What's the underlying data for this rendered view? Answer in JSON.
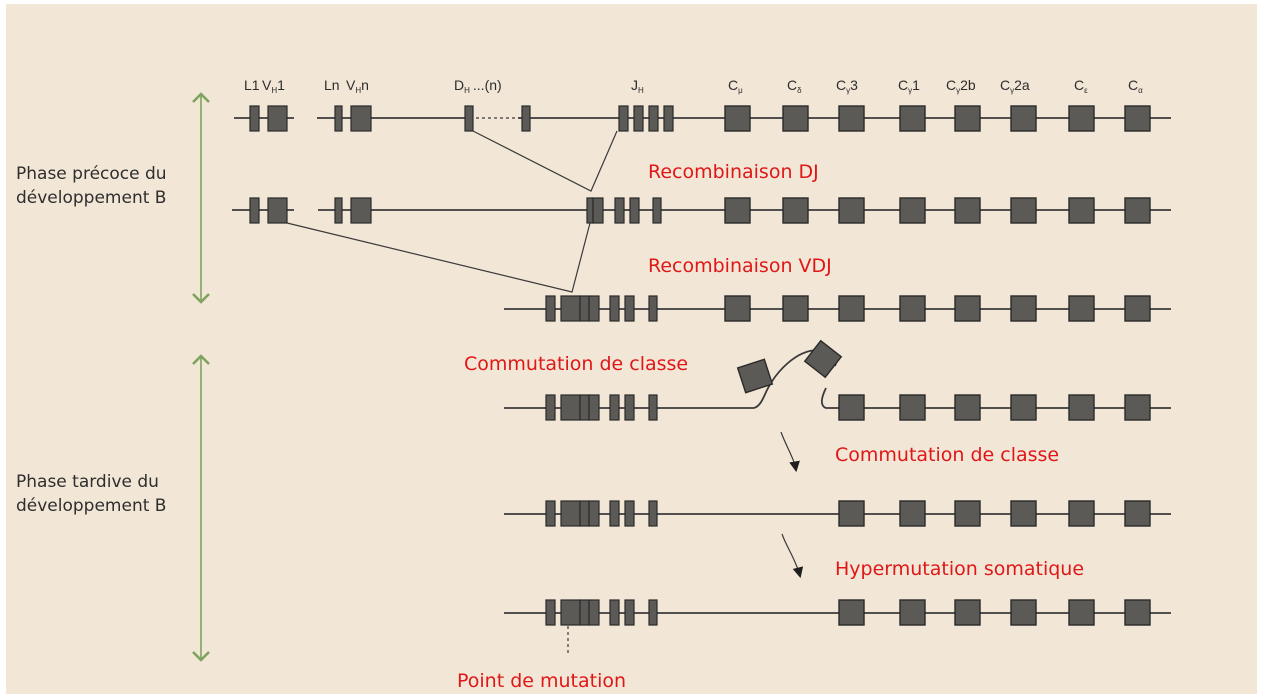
{
  "phases": {
    "early_line1": "Phase précoce du",
    "early_line2": "développement B",
    "late_line1": "Phase tardive du",
    "late_line2": "développement B"
  },
  "gene_labels": {
    "l1": "L1",
    "vh1": "V",
    "vh1_sub": "H",
    "vh1_suffix": "1",
    "ln": "Ln",
    "vhn": "V",
    "vhn_sub": "H",
    "vhn_suffix": "n",
    "dh": "D",
    "dh_sub": "H",
    "dh_suffix": "...(n)",
    "jh": "J",
    "jh_sub": "H",
    "c_mu": "C",
    "c_mu_sub": "μ",
    "c_delta": "C",
    "c_delta_sub": "δ",
    "c_g3": "C",
    "c_g3_sub": "γ",
    "c_g3_suffix": "3",
    "c_g1": "C",
    "c_g1_sub": "γ",
    "c_g1_suffix": "1",
    "c_g2b": "C",
    "c_g2b_sub": "γ",
    "c_g2b_suffix": "2b",
    "c_g2a": "C",
    "c_g2a_sub": "γ",
    "c_g2a_suffix": "2a",
    "c_eps": "C",
    "c_eps_sub": "ε",
    "c_alpha": "C",
    "c_alpha_sub": "α"
  },
  "steps": {
    "dj": "Recombinaison DJ",
    "vdj": "Recombinaison VDJ",
    "class_switch_1": "Commutation de classe",
    "class_switch_2": "Commutation de classe",
    "hypermutation": "Hypermutation somatique",
    "mutation_point": "Point de mutation"
  },
  "colors": {
    "background": "#f2e6d6",
    "label_red": "#e01717",
    "segment": "#5b5a57",
    "phase_arrow": "#7ea35d"
  }
}
